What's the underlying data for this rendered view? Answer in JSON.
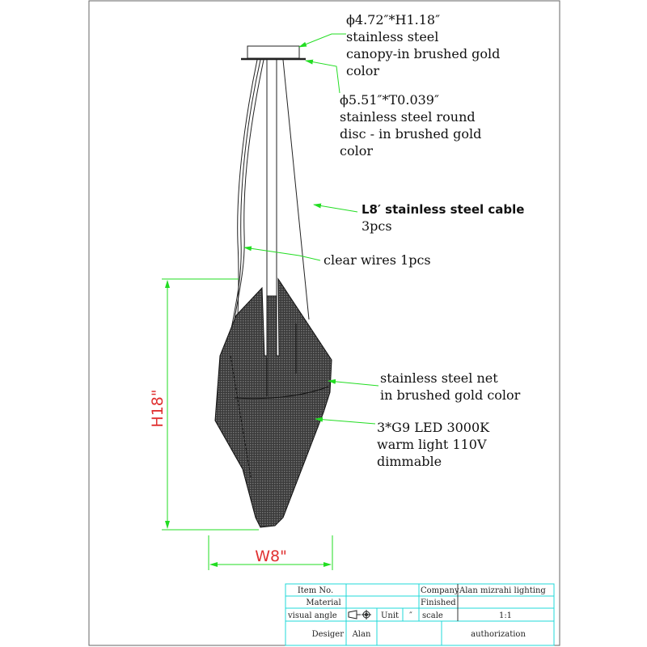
{
  "annotations": {
    "canopy": [
      "ϕ4.72″*H1.18″",
      "stainless steel",
      "canopy-in brushed gold",
      "color"
    ],
    "disc": [
      "ϕ5.51″*T0.039″",
      "stainless steel round",
      "disc - in brushed gold",
      "color"
    ],
    "cable": [
      "L8′ stainless steel cable",
      "3pcs"
    ],
    "wires": "clear wires 1pcs",
    "net": [
      "stainless steel  net",
      "in brushed gold color"
    ],
    "led": [
      "3*G9 LED 3000K",
      "warm light 110V",
      "dimmable"
    ]
  },
  "dimensions": {
    "height": "H18\"",
    "width": "W8\""
  },
  "title_block": {
    "item_no_label": "Item No.",
    "item_no_value": "",
    "company_label": "Company",
    "company_value": "Alan mizrahi lighting",
    "material_label": "Material",
    "material_value": "",
    "finished_label": "Finished",
    "finished_value": "",
    "visual_angle_label": "visual angle",
    "unit_label": "Unit",
    "unit_value": "″",
    "scale_label": "scale",
    "scale_value": "1:1",
    "designer_label": "Desiger",
    "designer_value": "Alan",
    "authorization_label": "authorization"
  },
  "colors": {
    "leader": "#22dd22",
    "dimension": "#e03030",
    "table_lines": "#22d8d8"
  }
}
